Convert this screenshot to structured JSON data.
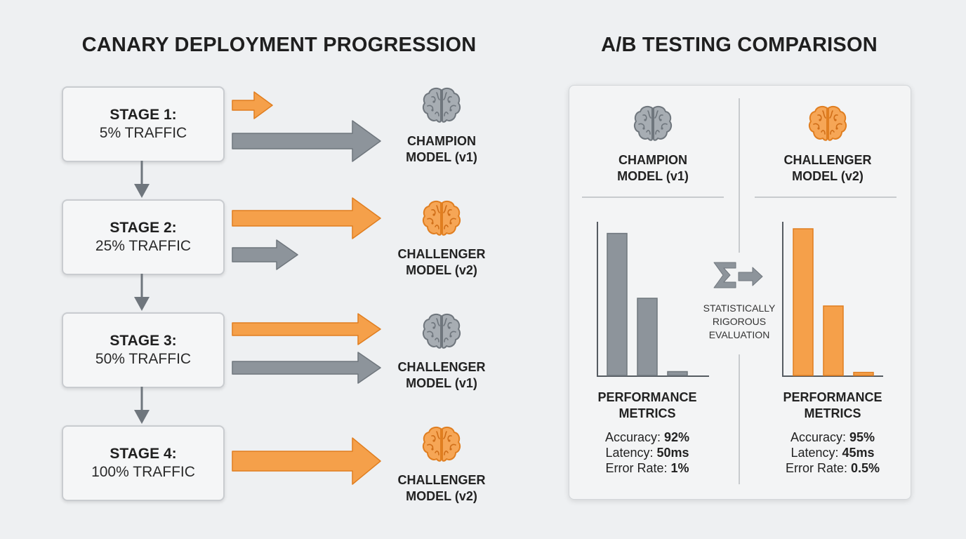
{
  "canary": {
    "title": "CANARY DEPLOYMENT PROGRESSION",
    "stages": [
      {
        "title": "STAGE 1:",
        "traffic": "5% TRAFFIC",
        "model_name": "CHAMPION",
        "model_version": "MODEL (v1)",
        "model_color": "gray"
      },
      {
        "title": "STAGE 2:",
        "traffic": "25% TRAFFIC",
        "model_name": "CHALLENGER",
        "model_version": "MODEL (v2)",
        "model_color": "orange"
      },
      {
        "title": "STAGE 3:",
        "traffic": "50% TRAFFIC",
        "model_name": "CHALLENGER",
        "model_version": "MODEL (v1)",
        "model_color": "gray"
      },
      {
        "title": "STAGE 4:",
        "traffic": "100% TRAFFIC",
        "model_name": "CHALLENGER",
        "model_version": "MODEL (v2)",
        "model_color": "orange"
      }
    ]
  },
  "ab": {
    "title": "A/B TESTING COMPARISON",
    "champion": {
      "name": "CHAMPION",
      "version": "MODEL (v1)",
      "perf_title_1": "PERFORMANCE",
      "perf_title_2": "METRICS",
      "accuracy_label": "Accuracy:",
      "accuracy_value": "92%",
      "latency_label": "Latency:",
      "latency_value": "50ms",
      "error_label": "Error Rate:",
      "error_value": "1%",
      "bar_levels": [
        0.92,
        0.5,
        0.025
      ]
    },
    "challenger": {
      "name": "CHALLENGER",
      "version": "MODEL (v2)",
      "perf_title_1": "PERFORMANCE",
      "perf_title_2": "METRICS",
      "accuracy_label": "Accuracy:",
      "accuracy_value": "95%",
      "latency_label": "Latency:",
      "latency_value": "45ms",
      "error_label": "Error Rate:",
      "error_value": "0.5%",
      "bar_levels": [
        0.95,
        0.45,
        0.02
      ]
    },
    "evaluation": {
      "line1": "STATISTICALLY",
      "line2": "RIGOROUS",
      "line3": "EVALUATION",
      "icon": "sigma-arrow-icon"
    }
  },
  "colors": {
    "gray": "#8d949b",
    "orange": "#f5a04a",
    "gray_stroke": "#6f767d",
    "orange_stroke": "#e07e20",
    "background": "#eef0f2"
  }
}
